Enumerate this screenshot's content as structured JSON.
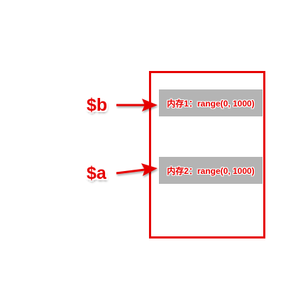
{
  "variables": {
    "b_label": "$b",
    "a_label": "$a"
  },
  "memory": {
    "cell_1_text": "内存1：range(0, 1000)",
    "cell_2_text": "内存2：range(0, 1000)"
  },
  "colors": {
    "accent": "#e60000",
    "cell_background": "#b4b4b4",
    "page_background": "#ffffff"
  },
  "icons": {
    "arrow_b": "arrow-right-icon",
    "arrow_a": "arrow-right-icon"
  }
}
